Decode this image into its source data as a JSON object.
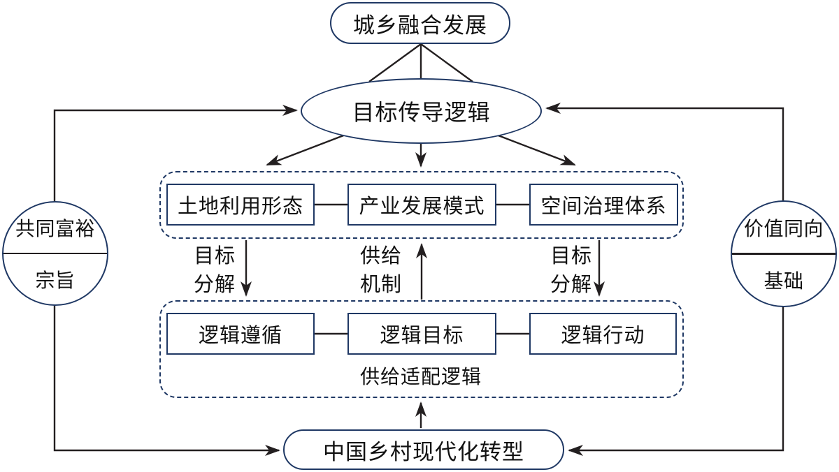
{
  "diagram": {
    "title_node": "城乡融合发展",
    "transmission_node": "目标传导逻辑",
    "upper_group": {
      "boxes": [
        "土地利用形态",
        "产业发展模式",
        "空间治理体系"
      ]
    },
    "mid_labels": {
      "left": "目标\n分解",
      "center": "供给\n机制",
      "right": "目标\n分解"
    },
    "lower_group": {
      "boxes": [
        "逻辑遵循",
        "逻辑目标",
        "逻辑行动"
      ],
      "caption": "供给适配逻辑"
    },
    "bottom_node": "中国乡村现代化转型",
    "left_circle": {
      "top": "共同富裕",
      "bottom": "宗旨"
    },
    "right_circle": {
      "top": "价值同向",
      "bottom": "基础"
    },
    "colors": {
      "shape_border": "#1f3864",
      "line": "#231f20",
      "text": "#111111"
    }
  }
}
